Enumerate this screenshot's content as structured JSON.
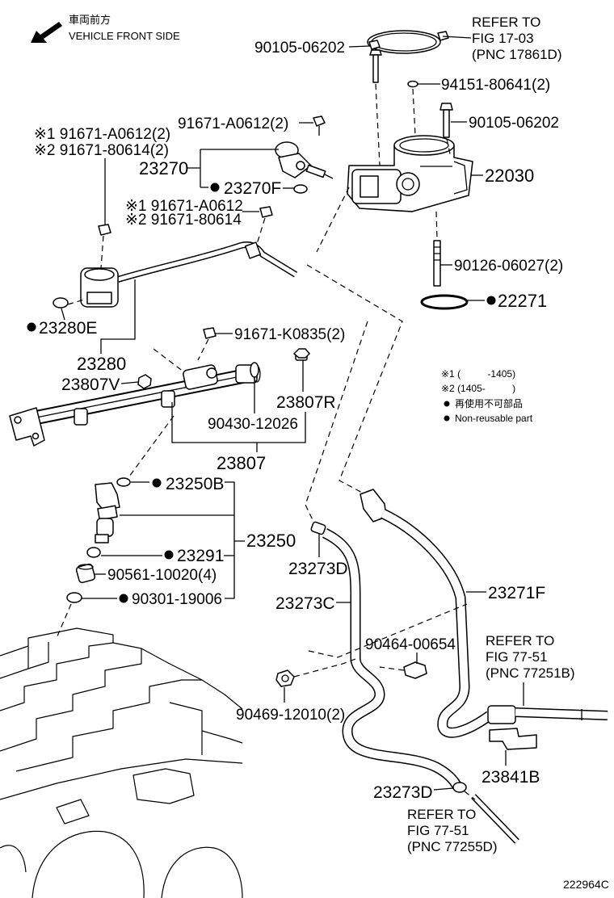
{
  "header": {
    "front_jp": "車両前方",
    "front_en": "VEHICLE FRONT SIDE"
  },
  "references": {
    "gasket": {
      "line1": "REFER TO",
      "line2": "FIG 17-03",
      "line3": "(PNC 17861D)"
    },
    "hose_right": {
      "line1": "REFER TO",
      "line2": "FIG 77-51",
      "line3": "(PNC 77251B)"
    },
    "hose_bottom": {
      "line1": "REFER TO",
      "line2": "FIG 77-51",
      "line3": "(PNC 77255D)"
    }
  },
  "parts": {
    "bolt_top": "90105-06202",
    "washer": "94151-80641(2)",
    "bolt_right": "90105-06202",
    "throttle_body": "22030",
    "stud_bolt": "90126-06027(2)",
    "gasket_ring": "22271",
    "sensor_bolt": "91671-A0612(2)",
    "damper_bolt_1": "※1 91671-A0612(2)",
    "damper_bolt_2": "※2 91671-80614(2)",
    "sensor": "23270",
    "sensor_oring": "23270F",
    "pipe_bolt_1": "※1 91671-A0612",
    "pipe_bolt_2": "※2 91671-80614",
    "damper_oring": "23280E",
    "damper": "23280",
    "rail_bolt": "91671-K0835(2)",
    "rail_fitting": "23807V",
    "rail_plug": "23807R",
    "rail_oring": "90430-12026",
    "fuel_rail": "23807",
    "injector_oring_upper": "23250B",
    "injector": "23250",
    "injector_grommet": "23291",
    "injector_insulator": "90561-10020(4)",
    "injector_oring_lower": "90301-19006",
    "hose_d_top": "23273D",
    "hose_c": "23273C",
    "hose_f": "23271F",
    "clip_a": "90464-00654",
    "clip_b": "90469-12010(2)",
    "bracket": "23841B",
    "hose_d_bottom": "23273D"
  },
  "legend": {
    "note1": "※1 (          -1405)",
    "note2": "※2 (1405-          )",
    "non_reusable_jp": "再使用不可部品",
    "non_reusable_en": "Non-reusable part"
  },
  "illustration_id": "222964C"
}
